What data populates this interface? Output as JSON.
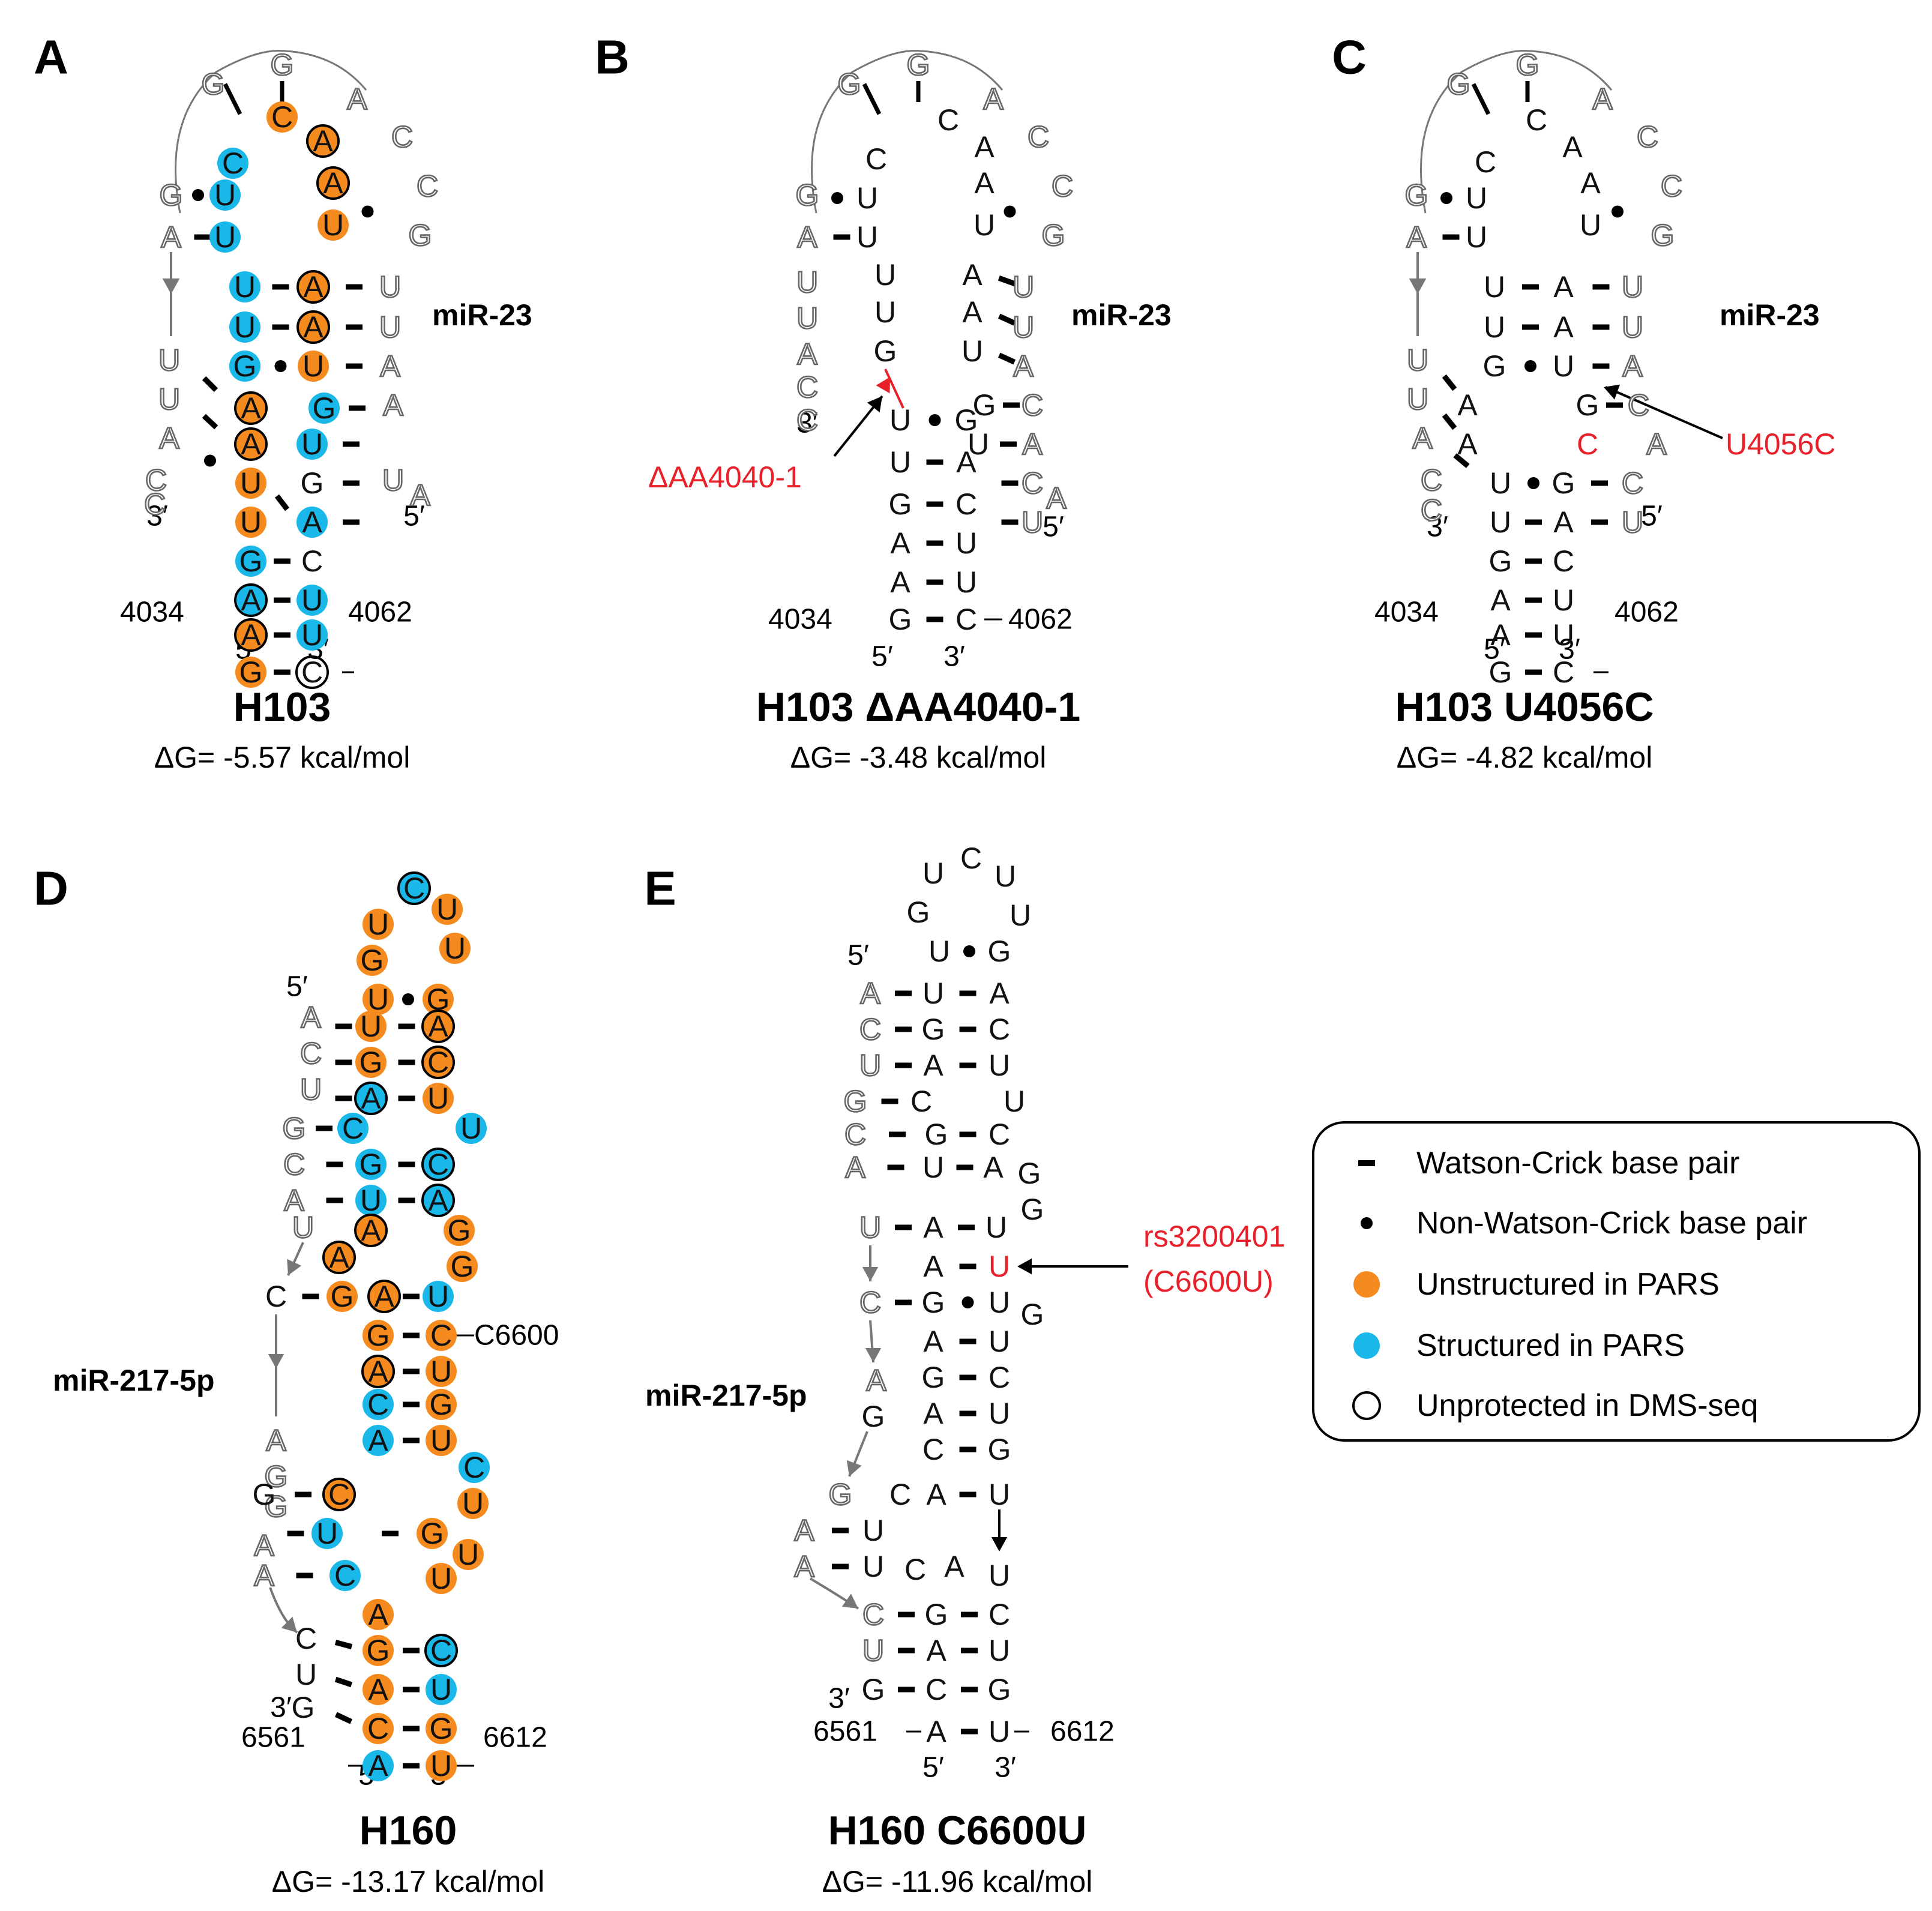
{
  "colors": {
    "unstructured": "#f58b1f",
    "structured": "#1ab8e8",
    "mutation": "#e8202a",
    "mirna_outline": "#666666"
  },
  "panels": [
    {
      "label": "A",
      "title": "H103",
      "dg": "ΔG= -5.57 kcal/mol",
      "mirna": "miR-23",
      "left_num": "4034",
      "right_num": "4062",
      "five_prime": "5′",
      "three_prime": "3′",
      "mirna_five": "5′",
      "mirna_three": "3′"
    },
    {
      "label": "B",
      "title": "H103 ΔAA4040-1",
      "dg": "ΔG= -3.48 kcal/mol",
      "mirna": "miR-23",
      "left_num": "4034",
      "right_num": "4062",
      "five_prime": "5′",
      "three_prime": "3′",
      "mirna_five": "5′",
      "mirna_three": "3′",
      "mutation": "ΔAA4040-1"
    },
    {
      "label": "C",
      "title": "H103 U4056C",
      "dg": "ΔG= -4.82 kcal/mol",
      "mirna": "miR-23",
      "left_num": "4034",
      "right_num": "4062",
      "five_prime": "5′",
      "three_prime": "3′",
      "mirna_five": "5′",
      "mirna_three": "3′",
      "mutation": "U4056C"
    },
    {
      "label": "D",
      "title": "H160",
      "dg": "ΔG= -13.17 kcal/mol",
      "mirna": "miR-217-5p",
      "left_num": "6561",
      "right_num": "6612",
      "five_prime": "5′",
      "three_prime": "3′",
      "mirna_five": "5′",
      "mirna_three": "3′",
      "site_label": "C6600"
    },
    {
      "label": "E",
      "title": "H160 C6600U",
      "dg": "ΔG= -11.96 kcal/mol",
      "mirna": "miR-217-5p",
      "left_num": "6561",
      "right_num": "6612",
      "five_prime": "5′",
      "three_prime": "3′",
      "mirna_five": "5′",
      "mirna_three": "3′",
      "snp_id": "rs3200401",
      "snp_change": "(C6600U)"
    }
  ],
  "legend": {
    "items": [
      {
        "symbol": "dash",
        "label": "Watson-Crick base pair"
      },
      {
        "symbol": "dot",
        "label": "Non-Watson-Crick base pair"
      },
      {
        "symbol": "orange-circle",
        "label": "Unstructured in PARS"
      },
      {
        "symbol": "blue-circle",
        "label": "Structured in PARS"
      },
      {
        "symbol": "open-circle",
        "label": "Unprotected in DMS-seq"
      }
    ]
  }
}
